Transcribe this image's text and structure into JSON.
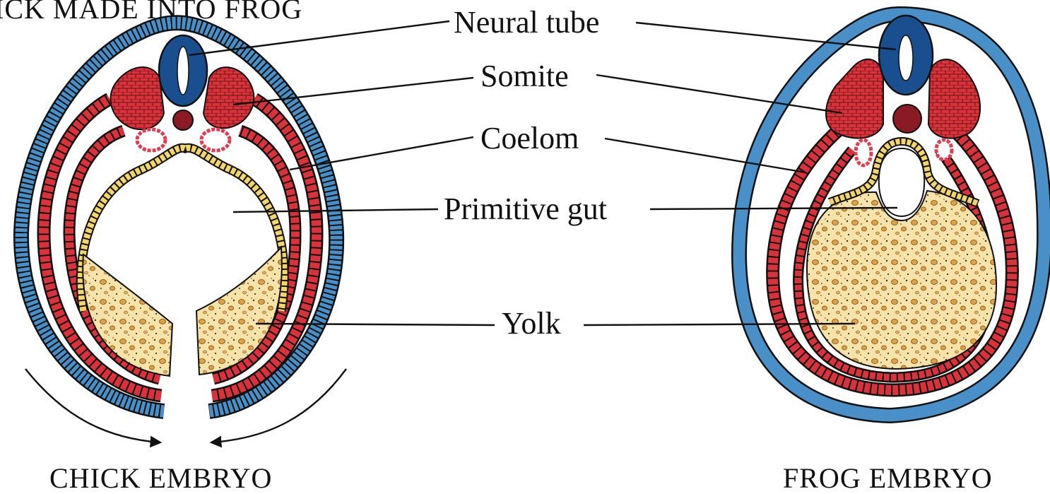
{
  "title": "ICK MADE INTO FROG",
  "labels": {
    "neural_tube": "Neural tube",
    "somite": "Somite",
    "coelom": "Coelom",
    "primitive_gut": "Primitive gut",
    "yolk": "Yolk"
  },
  "captions": {
    "chick": "CHICK EMBRYO",
    "frog": "FROG EMBRYO"
  },
  "colors": {
    "ectoderm": "#4a90c8",
    "neural_tube": "#1a4f8f",
    "mesoderm": "#d8323a",
    "notochord": "#8a1a24",
    "endoderm": "#f2d56b",
    "yolk": "#f5dca0",
    "yolk_granule": "#e3a043",
    "outline": "#111111"
  }
}
